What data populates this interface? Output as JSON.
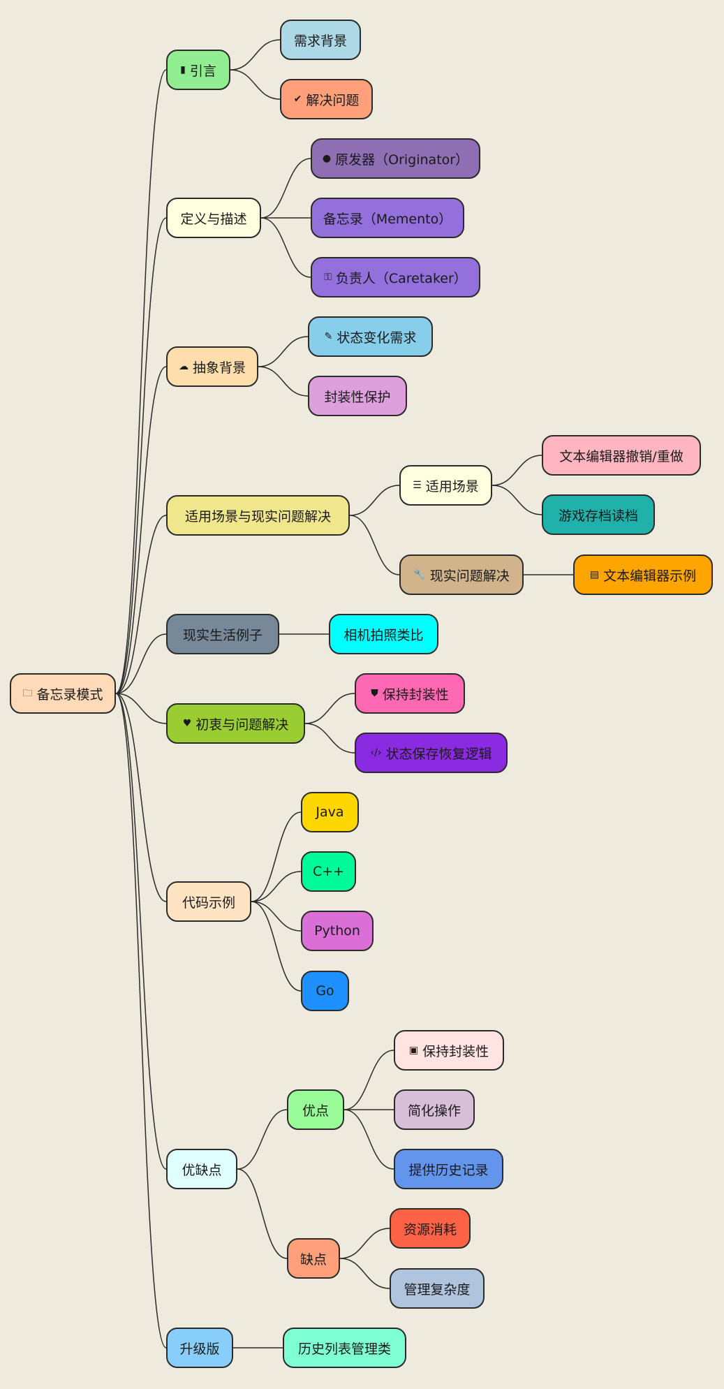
{
  "colors": {
    "background": "#eeebde",
    "edge": "#2a2a2a"
  },
  "mindmap": {
    "root": {
      "label": "备忘录模式",
      "icon": "folder-icon",
      "glyph": "🗀",
      "color": "#ffdab9"
    },
    "intro": {
      "label": "引言",
      "icon": "book-icon",
      "glyph": "▮",
      "color": "#90ee90",
      "children": [
        {
          "label": "需求背景",
          "color": "#add8e6"
        },
        {
          "label": "解决问题",
          "icon": "check-icon",
          "glyph": "✔",
          "color": "#ffa07a"
        }
      ]
    },
    "definition": {
      "label": "定义与描述",
      "color": "#ffffe0",
      "children": [
        {
          "label": "原发器（Originator）",
          "icon": "user-icon",
          "glyph": "●",
          "color": "#8e6fb3"
        },
        {
          "label": "备忘录（Memento）",
          "color": "#9370db"
        },
        {
          "label": "负责人（Caretaker）",
          "icon": "key-icon",
          "glyph": "⚿",
          "color": "#9370db"
        }
      ]
    },
    "abstract": {
      "label": "抽象背景",
      "icon": "cloud-icon",
      "glyph": "☁",
      "color": "#ffdead",
      "children": [
        {
          "label": "状态变化需求",
          "icon": "pencil-icon",
          "glyph": "✎",
          "color": "#87ceeb"
        },
        {
          "label": "封装性保护",
          "color": "#dda0dd"
        }
      ]
    },
    "scenarios": {
      "label": "适用场景与现实问题解决",
      "color": "#f0e68c",
      "applicable": {
        "label": "适用场景",
        "icon": "list-icon",
        "glyph": "☰",
        "color": "#ffffe0",
        "children": [
          {
            "label": "文本编辑器撤销/重做",
            "color": "#ffb6c1"
          },
          {
            "label": "游戏存档读档",
            "color": "#20b2aa"
          }
        ]
      },
      "realworld": {
        "label": "现实问题解决",
        "icon": "wrench-icon",
        "glyph": "🔧",
        "color": "#d2b48c",
        "children": [
          {
            "label": "文本编辑器示例",
            "icon": "file-icon",
            "glyph": "▤",
            "color": "#ffa500"
          }
        ]
      }
    },
    "life": {
      "label": "现实生活例子",
      "color": "#778899",
      "children": [
        {
          "label": "相机拍照类比",
          "color": "#00ffff"
        }
      ]
    },
    "intent": {
      "label": "初衷与问题解决",
      "icon": "heart-icon",
      "glyph": "♥",
      "color": "#9acd32",
      "children": [
        {
          "label": "保持封装性",
          "icon": "shield-icon",
          "glyph": "⛊",
          "color": "#ff69b4"
        },
        {
          "label": "状态保存恢复逻辑",
          "icon": "code-icon",
          "glyph": "‹/›",
          "color": "#8a2be2"
        }
      ]
    },
    "code": {
      "label": "代码示例",
      "color": "#ffe4c4",
      "children": [
        {
          "label": "Java",
          "color": "#ffd700"
        },
        {
          "label": "C++",
          "color": "#00fa9a"
        },
        {
          "label": "Python",
          "color": "#da70d6"
        },
        {
          "label": "Go",
          "color": "#1e90ff"
        }
      ]
    },
    "proscons": {
      "label": "优缺点",
      "color": "#e0ffff",
      "pros": {
        "label": "优点",
        "color": "#98fb98",
        "children": [
          {
            "label": "保持封装性",
            "icon": "box-icon",
            "glyph": "▣",
            "color": "#ffe4e1"
          },
          {
            "label": "简化操作",
            "color": "#d8bfd8"
          },
          {
            "label": "提供历史记录",
            "color": "#6495ed"
          }
        ]
      },
      "cons": {
        "label": "缺点",
        "color": "#ffa07a",
        "children": [
          {
            "label": "资源消耗",
            "color": "#ff6347"
          },
          {
            "label": "管理复杂度",
            "color": "#b0c4de"
          }
        ]
      }
    },
    "upgrade": {
      "label": "升级版",
      "color": "#87cefa",
      "children": [
        {
          "label": "历史列表管理类",
          "color": "#7fffd4"
        }
      ]
    }
  }
}
